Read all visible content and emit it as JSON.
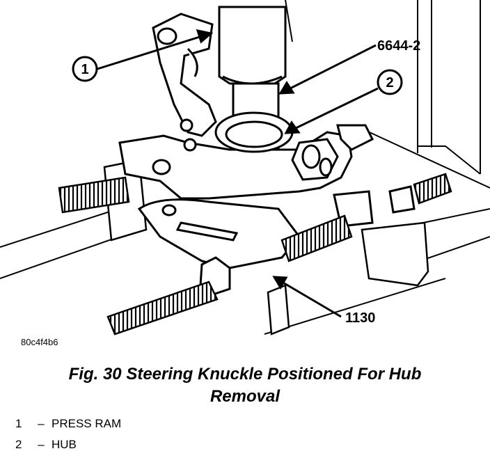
{
  "figure": {
    "callouts": {
      "one": "1",
      "two": "2"
    },
    "labels": {
      "tool_top": "6644-2",
      "tool_bottom": "1130"
    },
    "image_code": "80c4f4b6"
  },
  "caption": {
    "line1": "Fig. 30 Steering Knuckle Positioned For Hub",
    "line2": "Removal"
  },
  "legend": [
    {
      "num": "1",
      "dash": "–",
      "text": "PRESS RAM"
    },
    {
      "num": "2",
      "dash": "–",
      "text": "HUB"
    }
  ]
}
